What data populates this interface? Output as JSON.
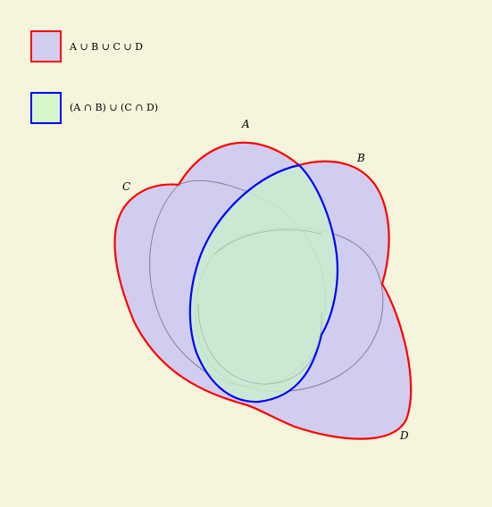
{
  "colors": {
    "background": "#f5f5dc",
    "union_fill": "#d0cdef",
    "union_stroke": "#ff0000",
    "intersection_fill": "#c9edce",
    "intersection_stroke": "#0000ff",
    "set_outline": "#555555"
  },
  "legend": [
    {
      "label": "A ∪ B ∪ C ∪ D",
      "fill": "union_fill",
      "stroke": "union_stroke"
    },
    {
      "label": "(A ∩ B) ∪ (C ∩ D)",
      "fill": "intersection_fill",
      "stroke": "intersection_stroke"
    }
  ],
  "sets": {
    "A": "A",
    "B": "B",
    "C": "C",
    "D": "D"
  }
}
